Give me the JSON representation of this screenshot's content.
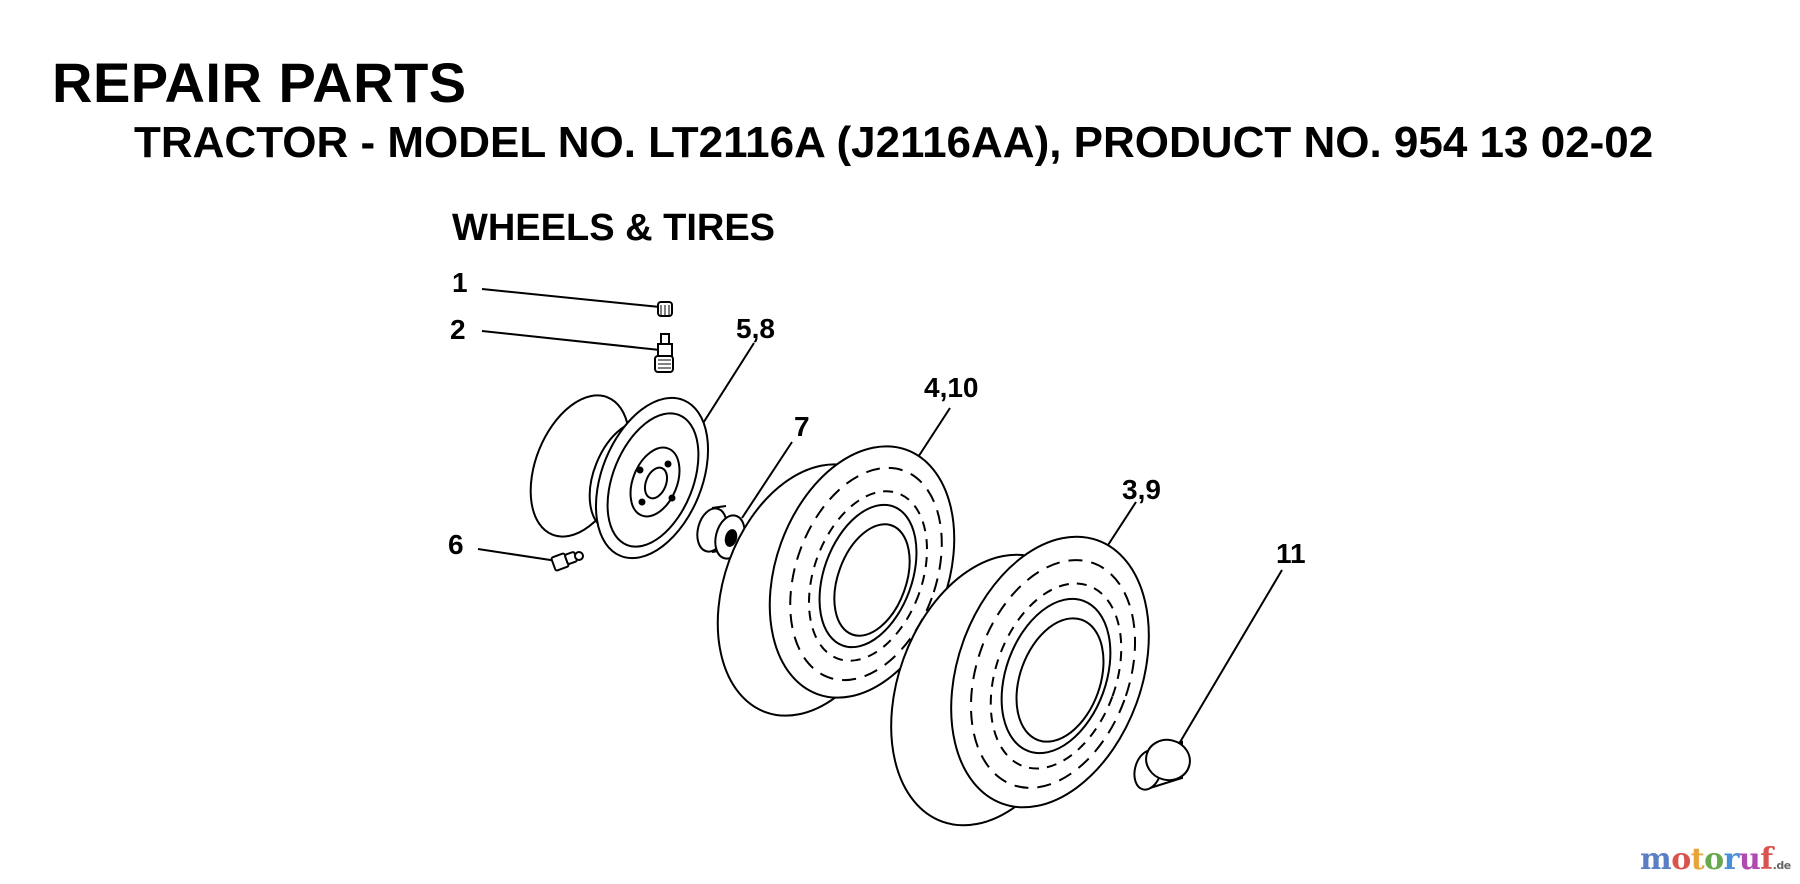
{
  "header": {
    "title": "REPAIR PARTS",
    "subtitle": "TRACTOR - MODEL NO. LT2116A (J2116AA), PRODUCT NO. 954 13 02-02",
    "section": "WHEELS & TIRES"
  },
  "callouts": [
    "1",
    "2",
    "5,8",
    "7",
    "4,10",
    "6",
    "3,9",
    "11"
  ],
  "watermark": {
    "letters": [
      "m",
      "o",
      "t",
      "o",
      "r",
      "u",
      "f"
    ],
    "colors": [
      "#5b7fc4",
      "#d9534f",
      "#e8a33a",
      "#6aa84f",
      "#4a90d9",
      "#b04ab0",
      "#d9534f"
    ],
    "suffix": ".de"
  }
}
